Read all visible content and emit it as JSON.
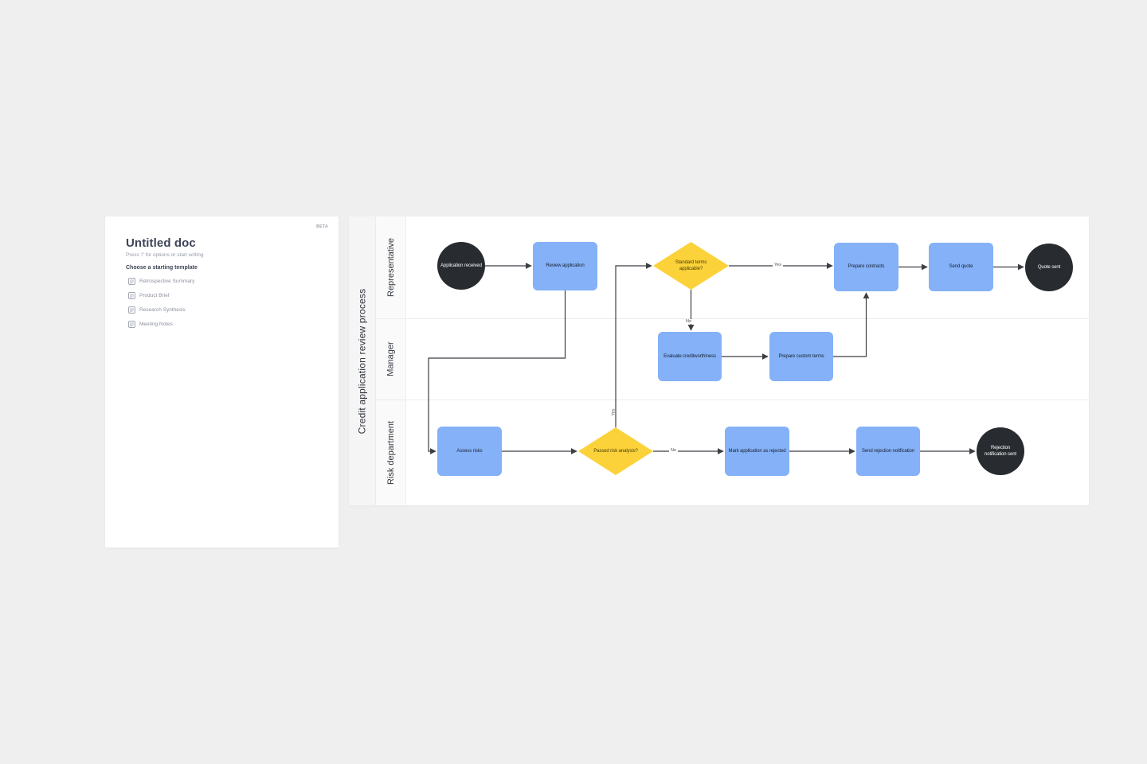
{
  "doc_panel": {
    "beta_label": "BETA",
    "title": "Untitled doc",
    "placeholder": "Press '/' for options or start writing",
    "templates_heading": "Choose a starting template",
    "templates": [
      "Retrospective Summary",
      "Product Brief",
      "Research Synthesis",
      "Meeting Notes"
    ]
  },
  "diagram": {
    "title": "Credit application review process",
    "lanes": [
      {
        "label": "Representative"
      },
      {
        "label": "Manager"
      },
      {
        "label": "Risk department"
      }
    ],
    "nodes": {
      "start": "Application received",
      "review": "Review application",
      "standard_terms": "Standard terms applicable?",
      "prepare_contracts": "Prepare contracts",
      "send_quote": "Send quote",
      "quote_sent": "Quote sent",
      "evaluate": "Evaluate creditworthiness",
      "custom_terms": "Prepare custom terms",
      "assess": "Assess risks",
      "risk_analysis": "Passed risk analysis?",
      "mark_rejected": "Mark application as rejected",
      "send_rejection": "Send rejection notification",
      "rejection_sent": "Rejection notification sent"
    },
    "edge_labels": {
      "terms_yes": "Yes",
      "terms_no": "No",
      "risk_yes": "Yes",
      "risk_no": "No"
    },
    "colors": {
      "process_fill": "#84b1f7",
      "decision_fill": "#fcd23b",
      "terminal_fill": "#282b30",
      "connector": "#3c3f43",
      "lane_bg": "#f5f5f6",
      "canvas_bg": "#efefef"
    }
  }
}
